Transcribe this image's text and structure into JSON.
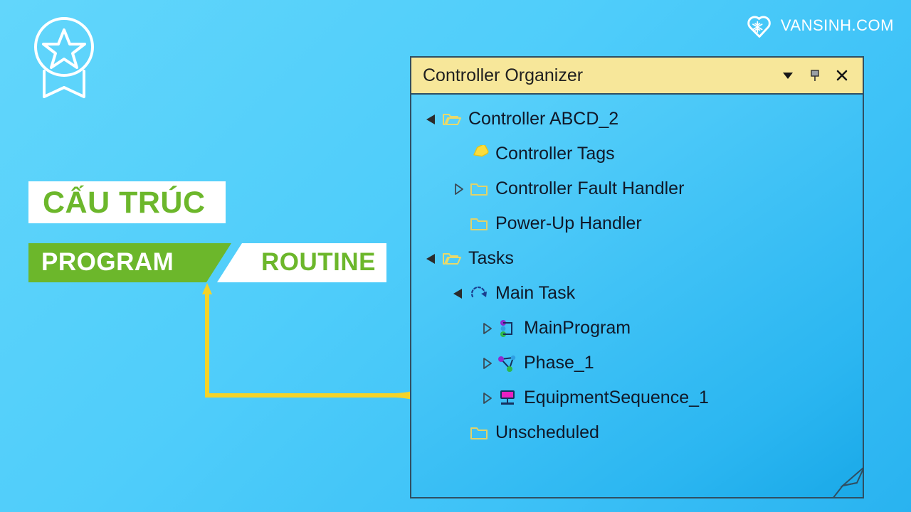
{
  "brand": {
    "name": "VANSINH.COM",
    "logo_icon": "heart-snowflake-icon",
    "text_color": "#ffffff"
  },
  "badge": {
    "icon": "award-star-ribbon-icon"
  },
  "title_block": {
    "line1": "CẤU TRÚC",
    "line2_left": "PROGRAM",
    "line2_right": "ROUTINE",
    "green": "#6cb72b",
    "white": "#ffffff"
  },
  "connector": {
    "color": "#f5d328",
    "shape": "brace-and-arrow"
  },
  "panel": {
    "title": "Controller Organizer",
    "header_bg": "#f7e79a",
    "border_color": "#2f4f63",
    "buttons": [
      {
        "name": "dropdown-button",
        "icon": "chevron-down-icon"
      },
      {
        "name": "pin-button",
        "icon": "pin-icon"
      },
      {
        "name": "close-button",
        "icon": "close-icon"
      }
    ],
    "tree": [
      {
        "label": "Controller ABCD_2",
        "indent": 0,
        "twisty": "expanded",
        "icon": "open-folder-icon"
      },
      {
        "label": "Controller Tags",
        "indent": 1,
        "twisty": "none",
        "icon": "tag-icon"
      },
      {
        "label": "Controller Fault Handler",
        "indent": 1,
        "twisty": "collapsed",
        "icon": "folder-icon"
      },
      {
        "label": "Power-Up Handler",
        "indent": 1,
        "twisty": "none",
        "icon": "folder-icon"
      },
      {
        "label": "Tasks",
        "indent": 0,
        "twisty": "expanded",
        "icon": "open-folder-icon"
      },
      {
        "label": "Main Task",
        "indent": 1,
        "twisty": "expanded",
        "icon": "periodic-task-icon"
      },
      {
        "label": "MainProgram",
        "indent": 2,
        "twisty": "collapsed",
        "icon": "program-icon"
      },
      {
        "label": "Phase_1",
        "indent": 2,
        "twisty": "collapsed",
        "icon": "phase-icon"
      },
      {
        "label": "EquipmentSequence_1",
        "indent": 2,
        "twisty": "collapsed",
        "icon": "equipment-sequence-icon"
      },
      {
        "label": "Unscheduled",
        "indent": 1,
        "twisty": "none",
        "icon": "folder-icon"
      }
    ]
  }
}
